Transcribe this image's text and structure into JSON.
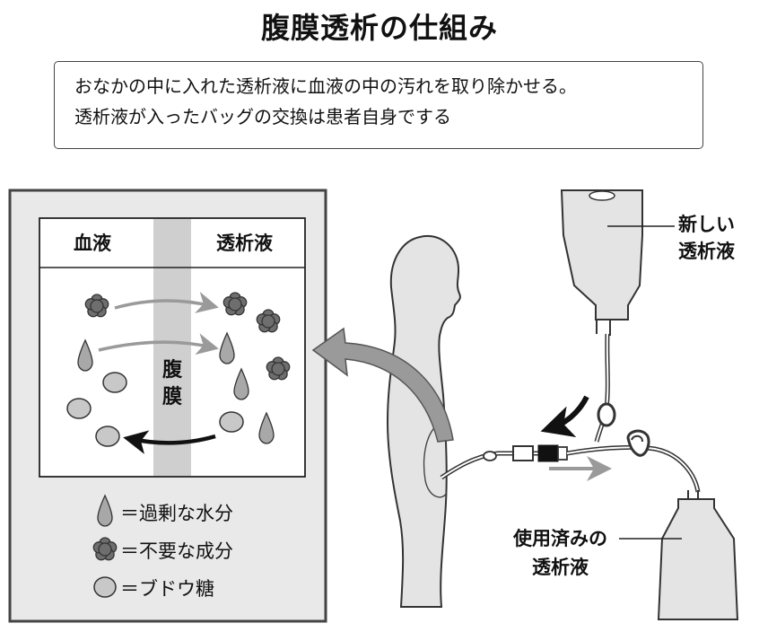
{
  "title": "腹膜透析の仕組み",
  "caption": {
    "line1": "おなかの中に入れた透析液に血液の中の汚れを取り除かせる。",
    "line2": "透析液が入ったバッグの交換は患者自身でする"
  },
  "detail": {
    "blood_label": "血液",
    "dialysate_label": "透析液",
    "membrane_label": "腹膜"
  },
  "legend": {
    "water": "＝過剰な水分",
    "waste": "＝不要な成分",
    "glucose": "＝ブドウ糖"
  },
  "bags": {
    "new_line1": "新しい",
    "new_line2": "透析液",
    "used_line1": "使用済みの",
    "used_line2": "透析液"
  },
  "colors": {
    "box_fill": "#e9e9e9",
    "box_border": "#444444",
    "membrane": "#cfcfcf",
    "body": "#e4e4e4",
    "gray_arrow": "#9a9a9a",
    "black_arrow": "#111111"
  }
}
